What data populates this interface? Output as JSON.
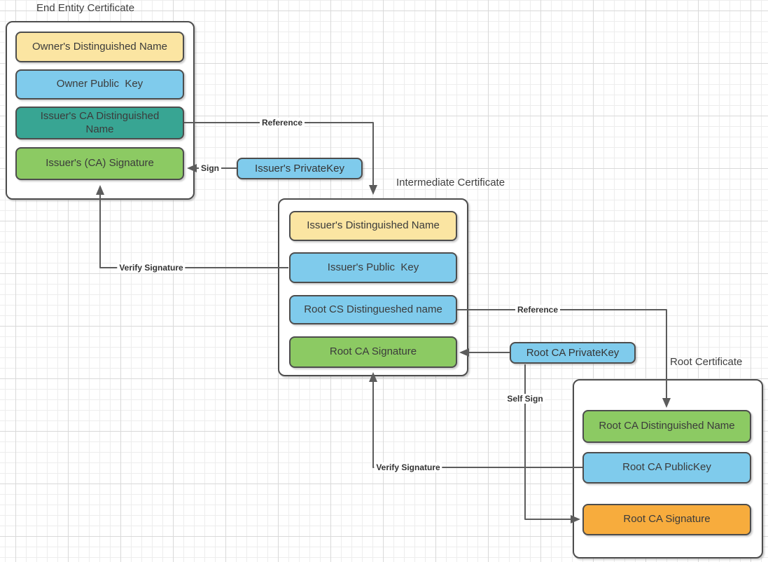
{
  "palette": {
    "yellow": "#FBE5A2",
    "blue": "#7FCBEC",
    "teal": "#38A593",
    "green": "#8CCA63",
    "orange": "#F7AC3D",
    "outline": "#4D4D4D",
    "connector": "#5C5C5C",
    "text": "#3B3B3B",
    "grid_minor": "#EDEDED",
    "grid_major": "#D9D9D9"
  },
  "certificates": [
    {
      "title": "End Entity Certificate",
      "fields": [
        {
          "label": "Owner's Distinguished Name",
          "color": "yellow"
        },
        {
          "label": "Owner Public  Key",
          "color": "blue"
        },
        {
          "label": "Issuer's CA Distinguished Name",
          "color": "teal"
        },
        {
          "label": "Issuer's (CA) Signature",
          "color": "green"
        }
      ]
    },
    {
      "title": "Intermediate Certificate",
      "fields": [
        {
          "label": "Issuer's Distinguished Name",
          "color": "yellow"
        },
        {
          "label": "Issuer's Public  Key",
          "color": "blue"
        },
        {
          "label": "Root CS Distingueshed name",
          "color": "blue"
        },
        {
          "label": "Root CA Signature",
          "color": "green"
        }
      ]
    },
    {
      "title": "Root Certificate",
      "fields": [
        {
          "label": "Root CA Distinguished Name",
          "color": "green"
        },
        {
          "label": "Root CA PublicKey",
          "color": "blue"
        },
        {
          "label": "Root CA Signature",
          "color": "orange"
        }
      ]
    }
  ],
  "keys": [
    {
      "label": "Issuer's PrivateKey",
      "color": "blue"
    },
    {
      "label": "Root CA PrivateKey",
      "color": "blue"
    }
  ],
  "connectors": [
    {
      "label": "Reference",
      "from": "Issuer's CA Distinguished Name",
      "to": "Intermediate Certificate"
    },
    {
      "label": "Sign",
      "from": "Issuer's PrivateKey",
      "to": "Issuer's (CA) Signature"
    },
    {
      "label": "Verify Signature",
      "from": "Issuer's Public  Key",
      "to": "Issuer's (CA) Signature"
    },
    {
      "label": "Reference",
      "from": "Root CS Distingueshed name",
      "to": "Root CA Distinguished Name"
    },
    {
      "label": "Self Sign",
      "from": "Root CA PrivateKey",
      "to": "Root CA Signature (Root Certificate)"
    },
    {
      "label": "Verify Signature",
      "from": "Root CA PublicKey",
      "to": "Root CA Signature (Intermediate Certificate)"
    },
    {
      "label": "",
      "from": "Root CA PrivateKey",
      "to": "Root CA Signature (Intermediate Certificate)"
    }
  ]
}
